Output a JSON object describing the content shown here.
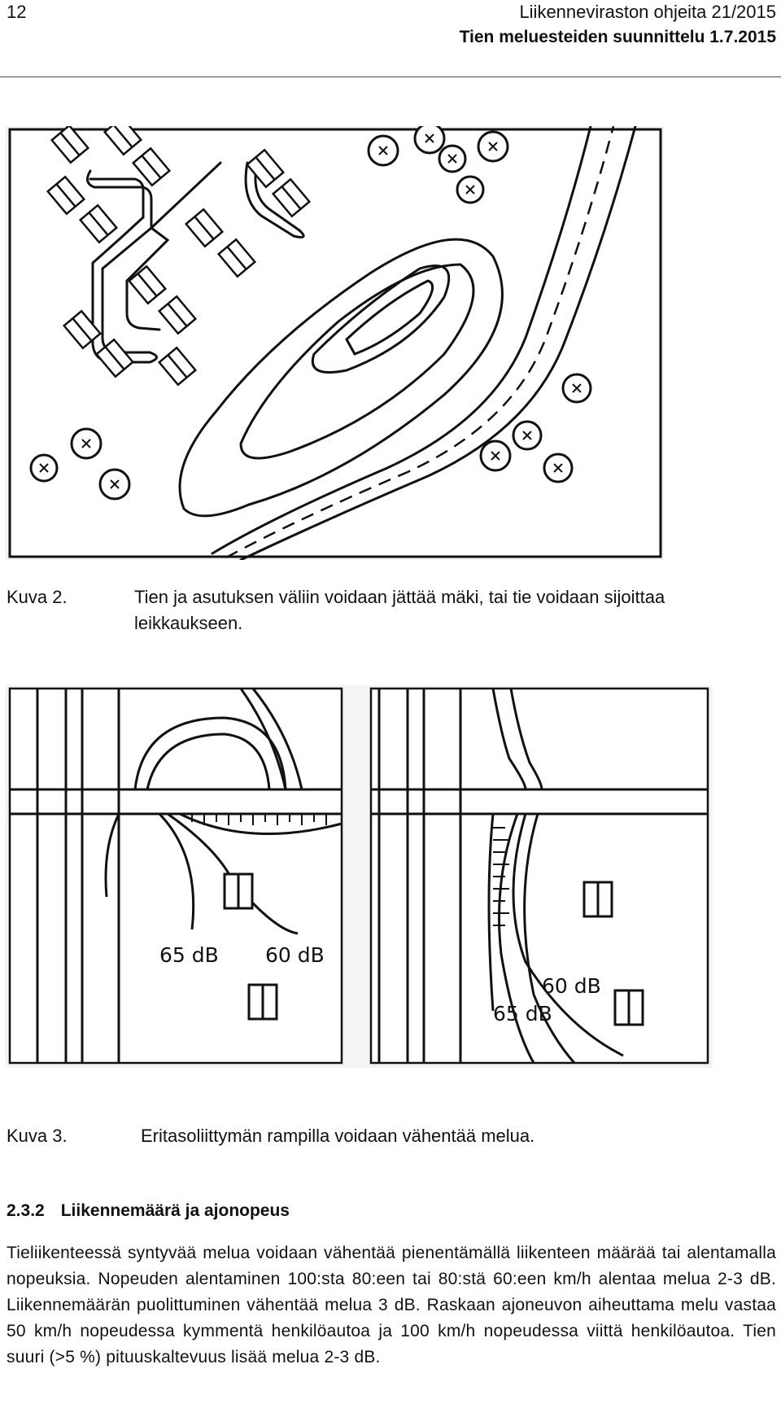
{
  "header": {
    "page_number": "12",
    "series": "Liikenneviraston ohjeita 21/2015",
    "title": "Tien meluesteiden suunnittelu 1.7.2015"
  },
  "figure2": {
    "label": "Kuva 2.",
    "caption_line1": "Tien ja asutuksen väliin voidaan jättää mäki, tai tie voidaan sijoittaa",
    "caption_line2": "leikkaukseen."
  },
  "figure3": {
    "label": "Kuva 3.",
    "caption": "Eritasoliittymän rampilla voidaan vähentää melua.",
    "left_panel": {
      "label_65": "65 dB",
      "label_60": "60 dB"
    },
    "right_panel": {
      "label_60": "60 dB",
      "label_65": "65 dB"
    }
  },
  "section": {
    "number": "2.3.2",
    "title": "Liikennemäärä ja ajonopeus"
  },
  "body_text": "Tieliikenteessä syntyvää melua voidaan vähentää pienentämällä liikenteen määrää tai alentamalla nopeuksia. Nopeuden alentaminen 100:sta 80:een tai 80:stä 60:een km/h alentaa melua 2-3 dB. Liikennemäärän puolittuminen vähentää melua 3 dB. Raskaan ajoneuvon aiheuttama melu vastaa 50 km/h nopeudessa kymmentä henkilöautoa ja 100 km/h nopeudessa viittä henkilöautoa. Tien suuri (>5 %) pituuskaltevuus lisää melua 2-3 dB."
}
